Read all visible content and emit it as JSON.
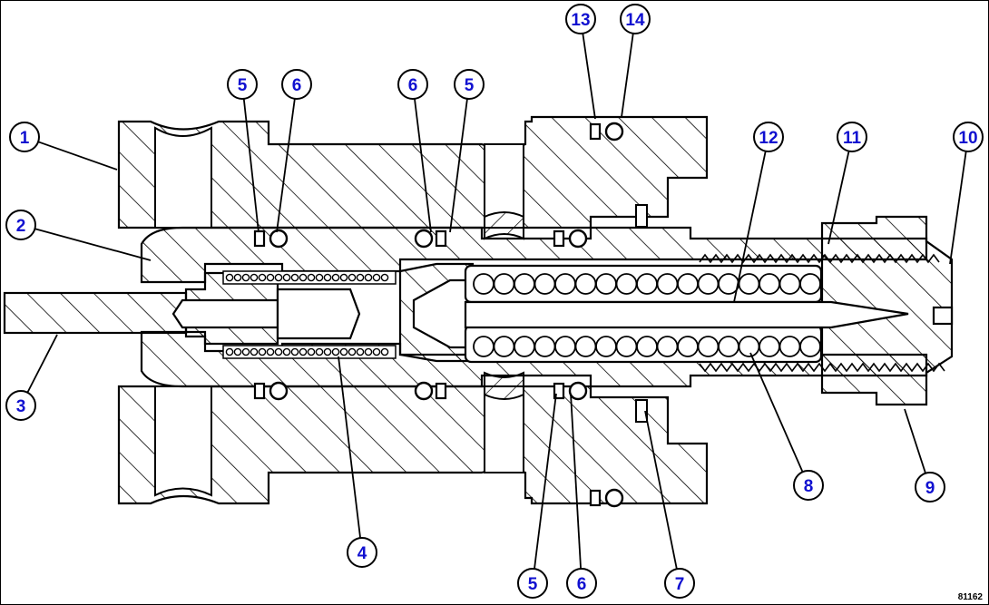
{
  "figure_code": "81162",
  "callouts": [
    {
      "label": "1"
    },
    {
      "label": "2"
    },
    {
      "label": "3"
    },
    {
      "label": "4"
    },
    {
      "label": "5"
    },
    {
      "label": "6"
    },
    {
      "label": "6"
    },
    {
      "label": "5"
    },
    {
      "label": "13"
    },
    {
      "label": "14"
    },
    {
      "label": "12"
    },
    {
      "label": "11"
    },
    {
      "label": "10"
    },
    {
      "label": "8"
    },
    {
      "label": "9"
    },
    {
      "label": "5"
    },
    {
      "label": "6"
    },
    {
      "label": "7"
    }
  ],
  "colors": {
    "callout": "#1010d0",
    "line": "#000000",
    "background": "#ffffff"
  }
}
